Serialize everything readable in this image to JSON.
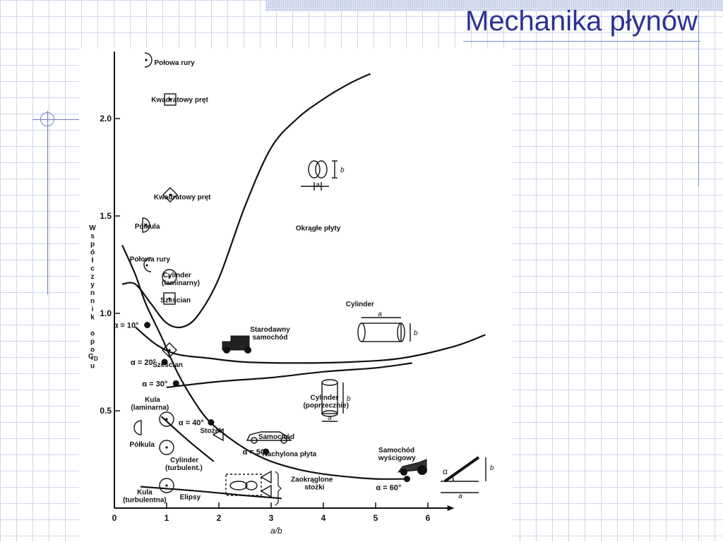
{
  "slide": {
    "title": "Mechanika płynów"
  },
  "chart_data": {
    "type": "line",
    "xlabel": "a/b",
    "ylabel_letters": [
      "W",
      "s",
      "p",
      "ó",
      "ł",
      "c",
      "z",
      "y",
      "n",
      "n",
      "i",
      "k",
      "",
      "o",
      "p",
      "o",
      "r",
      "u"
    ],
    "ylabel_symbol": {
      "main": "C",
      "sub": "D"
    },
    "xlim": [
      0,
      6.4
    ],
    "ylim": [
      0,
      2.3
    ],
    "x_ticks": [
      "0",
      "1",
      "2",
      "3",
      "4",
      "5",
      "6"
    ],
    "y_ticks": [
      {
        "v": 0.5,
        "label": "0.5"
      },
      {
        "v": 1.0,
        "label": "1.0"
      },
      {
        "v": 1.5,
        "label": "1.5"
      },
      {
        "v": 2.0,
        "label": "2.0"
      }
    ],
    "series": [
      {
        "name": "Okrągłe płyty",
        "x": [
          0.15,
          0.4,
          0.7,
          1.0,
          1.3,
          1.6,
          2.0,
          2.5,
          3.0,
          3.5,
          4.0,
          4.5,
          4.9
        ],
        "y": [
          1.15,
          1.15,
          1.05,
          0.95,
          0.93,
          0.99,
          1.18,
          1.55,
          1.85,
          2.0,
          2.1,
          2.18,
          2.23
        ]
      },
      {
        "name": "Cylinder",
        "x": [
          0.4,
          0.8,
          1.2,
          1.8,
          2.5,
          3.5,
          4.5,
          5.5,
          6.5,
          7.1
        ],
        "y": [
          0.93,
          0.84,
          0.79,
          0.77,
          0.75,
          0.745,
          0.75,
          0.77,
          0.83,
          0.89
        ]
      },
      {
        "name": "Cylinder (poprzecznie)",
        "x": [
          1.0,
          2.0,
          3.0,
          4.0,
          5.0,
          5.7
        ],
        "y": [
          0.62,
          0.65,
          0.67,
          0.7,
          0.72,
          0.745
        ]
      },
      {
        "name": "Nachylona płyta",
        "x": [
          0.15,
          0.4,
          0.6,
          0.9,
          1.2,
          1.5,
          1.8,
          2.2,
          2.6,
          3.0,
          3.5,
          4.0,
          4.5,
          5.0,
          5.6
        ],
        "y": [
          1.35,
          1.2,
          1.05,
          0.88,
          0.7,
          0.56,
          0.45,
          0.36,
          0.29,
          0.24,
          0.2,
          0.175,
          0.16,
          0.15,
          0.15
        ]
      },
      {
        "name": "Stożek",
        "x": [
          0.9,
          1.4,
          1.9
        ],
        "y": [
          0.47,
          0.35,
          0.24
        ]
      },
      {
        "name": "Elipsy",
        "x": [
          0.5,
          1.5,
          2.5,
          3.2
        ],
        "y": [
          0.11,
          0.09,
          0.065,
          0.05
        ]
      }
    ],
    "points": [
      {
        "label": "α = 10°",
        "x": 0.63,
        "y": 0.94
      },
      {
        "label": "α = 20°",
        "x": 0.96,
        "y": 0.75
      },
      {
        "label": "α = 30°",
        "x": 1.18,
        "y": 0.64
      },
      {
        "label": "α = 40°",
        "x": 1.85,
        "y": 0.44
      },
      {
        "label": "α = 50°",
        "x": 2.9,
        "y": 0.29
      },
      {
        "label": "α = 60°",
        "x": 5.6,
        "y": 0.15
      }
    ],
    "annotations": [
      {
        "text": "Połowa rury",
        "x": 1.15,
        "y": 2.29
      },
      {
        "text": "Kwadratowy pręt",
        "x": 1.25,
        "y": 2.1
      },
      {
        "text": "Kwadratowy pręt",
        "x": 1.3,
        "y": 1.6
      },
      {
        "text": "Półkula",
        "x": 0.63,
        "y": 1.45
      },
      {
        "text": "Połowa rury",
        "x": 0.68,
        "y": 1.28
      },
      {
        "text": "Cylinder",
        "x": 1.2,
        "y": 1.2
      },
      {
        "text": "(laminarny)",
        "x": 1.27,
        "y": 1.16
      },
      {
        "text": "Sześcian",
        "x": 1.17,
        "y": 1.07
      },
      {
        "text": "Okrągłe płyty",
        "x": 3.9,
        "y": 1.44
      },
      {
        "text": "Cylinder",
        "x": 4.7,
        "y": 1.05
      },
      {
        "text": "Starodawny",
        "x": 2.98,
        "y": 0.92
      },
      {
        "text": "samochód",
        "x": 2.98,
        "y": 0.88
      },
      {
        "text": "Sześcian",
        "x": 1.02,
        "y": 0.74
      },
      {
        "text": "Cylinder",
        "x": 4.02,
        "y": 0.57
      },
      {
        "text": "(poprzecznie)",
        "x": 4.05,
        "y": 0.53
      },
      {
        "text": "Kula",
        "x": 0.73,
        "y": 0.56
      },
      {
        "text": "(laminarna)",
        "x": 0.68,
        "y": 0.52
      },
      {
        "text": "Stożek",
        "x": 1.86,
        "y": 0.4
      },
      {
        "text": "Samochód",
        "x": 3.1,
        "y": 0.37
      },
      {
        "text": "Półkula",
        "x": 0.53,
        "y": 0.33
      },
      {
        "text": "Nachylona płyta",
        "x": 3.35,
        "y": 0.28
      },
      {
        "text": "Samochód",
        "x": 5.4,
        "y": 0.3
      },
      {
        "text": "wyścigowy",
        "x": 5.41,
        "y": 0.26
      },
      {
        "text": "Cylinder",
        "x": 1.34,
        "y": 0.25
      },
      {
        "text": "(turbulent.)",
        "x": 1.33,
        "y": 0.21
      },
      {
        "text": "Zaokrąglone",
        "x": 3.78,
        "y": 0.15
      },
      {
        "text": "stożki",
        "x": 3.83,
        "y": 0.11
      },
      {
        "text": "Kula",
        "x": 0.58,
        "y": 0.085
      },
      {
        "text": "(turbulentna)",
        "x": 0.58,
        "y": 0.045
      },
      {
        "text": "Elipsy",
        "x": 1.45,
        "y": 0.06
      }
    ],
    "dim_labels": [
      "a",
      "b"
    ],
    "angle_label": "α"
  }
}
